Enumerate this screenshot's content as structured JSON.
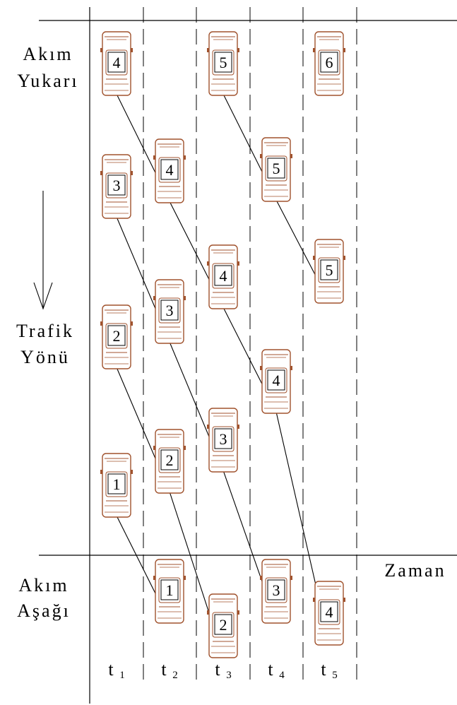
{
  "labels": {
    "upstream_line1": "Akım",
    "upstream_line2": "Yukarı",
    "direction_line1": "Trafik",
    "direction_line2": "Yönü",
    "downstream_line1": "Akım",
    "downstream_line2": "Aşağı",
    "time_axis": "Zaman"
  },
  "time_steps": [
    {
      "main": "t",
      "sub": "1"
    },
    {
      "main": "t",
      "sub": "2"
    },
    {
      "main": "t",
      "sub": "3"
    },
    {
      "main": "t",
      "sub": "4"
    },
    {
      "main": "t",
      "sub": "5"
    }
  ],
  "cars": [
    {
      "step": 1,
      "number": "4"
    },
    {
      "step": 1,
      "number": "3"
    },
    {
      "step": 1,
      "number": "2"
    },
    {
      "step": 1,
      "number": "1"
    },
    {
      "step": 2,
      "number": "4"
    },
    {
      "step": 2,
      "number": "3"
    },
    {
      "step": 2,
      "number": "2"
    },
    {
      "step": 2,
      "number": "1"
    },
    {
      "step": 3,
      "number": "5"
    },
    {
      "step": 3,
      "number": "4"
    },
    {
      "step": 3,
      "number": "3"
    },
    {
      "step": 3,
      "number": "2"
    },
    {
      "step": 4,
      "number": "5"
    },
    {
      "step": 4,
      "number": "4"
    },
    {
      "step": 4,
      "number": "3"
    },
    {
      "step": 5,
      "number": "6"
    },
    {
      "step": 5,
      "number": "5"
    },
    {
      "step": 5,
      "number": "4"
    }
  ],
  "trajectories": [
    {
      "vehicle": "1",
      "points": [
        "1/1",
        "2/1"
      ]
    },
    {
      "vehicle": "2",
      "points": [
        "1/2",
        "2/2",
        "3/2"
      ]
    },
    {
      "vehicle": "3",
      "points": [
        "1/3",
        "2/3",
        "3/3",
        "4/3"
      ]
    },
    {
      "vehicle": "4",
      "points": [
        "1/4",
        "2/4",
        "3/4",
        "4/4",
        "5/4"
      ]
    },
    {
      "vehicle": "5",
      "points": [
        "3/5",
        "4/5",
        "5/5"
      ]
    }
  ],
  "colors": {
    "line": "#000000",
    "car": "#a0522d",
    "background": "#ffffff"
  }
}
